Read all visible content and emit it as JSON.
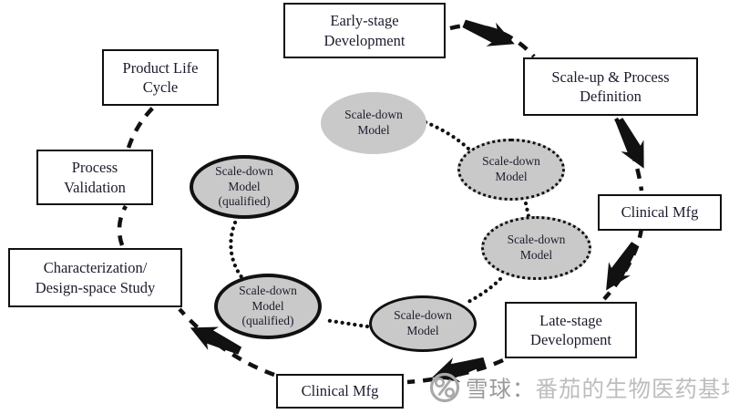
{
  "figure": {
    "type": "cycle-diagram",
    "description_colors": {
      "ellipse_fill": "#c9c9c9",
      "line_color": "#111111",
      "text_color": "#1b1b2c",
      "box_fill": "#ffffff",
      "watermark_gray_dark": "#9a9a9a",
      "watermark_gray_light": "#bdbdbd"
    }
  },
  "boxes": {
    "early_stage": {
      "lines": [
        "Early-stage",
        "Development"
      ]
    },
    "product_life_cycle": {
      "lines": [
        "Product Life",
        "Cycle"
      ]
    },
    "scale_up": {
      "lines": [
        "Scale-up & Process",
        "Definition"
      ]
    },
    "process_validation": {
      "lines": [
        "Process",
        "Validation"
      ]
    },
    "clinical_mfg_right": {
      "lines": [
        "Clinical Mfg"
      ]
    },
    "characterization": {
      "lines": [
        "Characterization/",
        "Design-space Study"
      ]
    },
    "late_stage": {
      "lines": [
        "Late-stage",
        "Development"
      ]
    },
    "clinical_mfg_bottom": {
      "lines": [
        "Clinical Mfg"
      ]
    }
  },
  "ellipses": {
    "model_early": {
      "lines": [
        "Scale-down",
        "Model"
      ],
      "border": "none"
    },
    "model_dotted_1": {
      "lines": [
        "Scale-down",
        "Model"
      ],
      "border": "dotted"
    },
    "model_dotted_2": {
      "lines": [
        "Scale-down",
        "Model"
      ],
      "border": "dotted"
    },
    "model_solid": {
      "lines": [
        "Scale-down",
        "Model"
      ],
      "border": "solid"
    },
    "model_qualified_1": {
      "lines": [
        "Scale-down",
        "Model",
        "(qualified)"
      ],
      "border": "thick-solid"
    },
    "model_qualified_2": {
      "lines": [
        "Scale-down",
        "Model",
        "(qualified)"
      ],
      "border": "thick-solid"
    }
  },
  "watermark": {
    "logo": "xueqiu-snowball-logo",
    "source": "雪球：",
    "account": "番茄的生物医药基地"
  }
}
